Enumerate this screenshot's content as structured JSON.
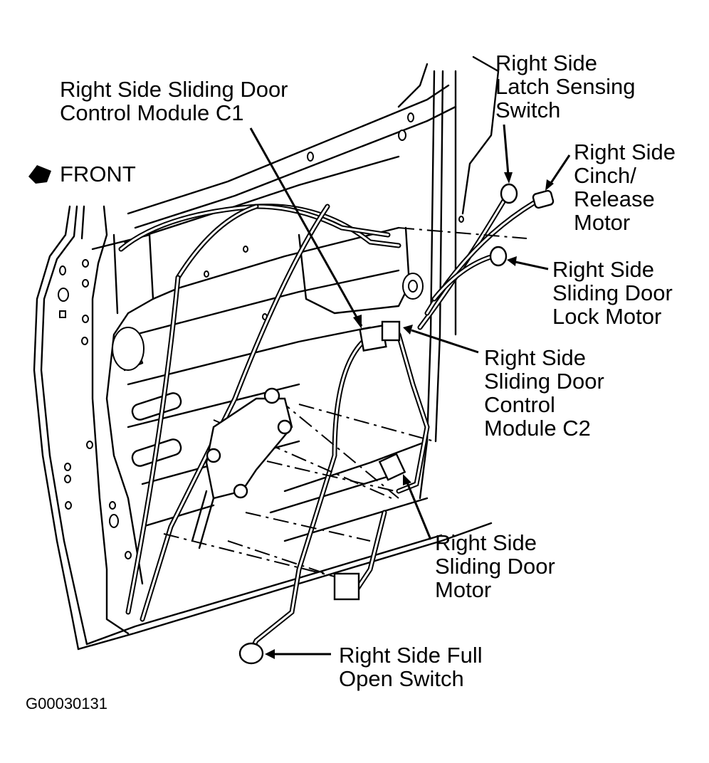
{
  "diagram": {
    "type": "wiring-component-locator",
    "subject": "Right side sliding door wiring harness",
    "orientation_label": "FRONT",
    "figure_code": "G00030131",
    "labels": {
      "module_c1": [
        "Right Side Sliding Door",
        "Control Module C1"
      ],
      "latch_switch": [
        "Right Side",
        "Latch Sensing",
        "Switch"
      ],
      "cinch_motor": [
        "Right Side",
        "Cinch/",
        "Release",
        "Motor"
      ],
      "lock_motor": [
        "Right Side",
        "Sliding Door",
        "Lock Motor"
      ],
      "module_c2": [
        "Right Side",
        "Sliding Door",
        "Control",
        "Module C2"
      ],
      "door_motor": [
        "Right Side",
        "Sliding Door",
        "Motor"
      ],
      "full_open_switch": [
        "Right Side Full",
        "Open Switch"
      ]
    },
    "colors": {
      "ink": "#000000",
      "paper": "#ffffff"
    }
  }
}
